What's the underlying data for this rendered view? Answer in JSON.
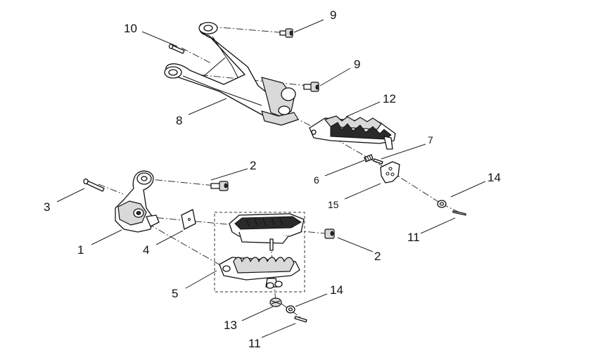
{
  "callouts": [
    {
      "id": "c9a",
      "text": "9"
    },
    {
      "id": "c10",
      "text": "10"
    },
    {
      "id": "c9b",
      "text": "9"
    },
    {
      "id": "c12",
      "text": "12"
    },
    {
      "id": "c8",
      "text": "8"
    },
    {
      "id": "c7",
      "text": "7"
    },
    {
      "id": "c6",
      "text": "6"
    },
    {
      "id": "c2a",
      "text": "2"
    },
    {
      "id": "c14a",
      "text": "14"
    },
    {
      "id": "c3",
      "text": "3"
    },
    {
      "id": "c15",
      "text": "15"
    },
    {
      "id": "c11a",
      "text": "11"
    },
    {
      "id": "c1",
      "text": "1"
    },
    {
      "id": "c4",
      "text": "4"
    },
    {
      "id": "c2b",
      "text": "2"
    },
    {
      "id": "c5",
      "text": "5"
    },
    {
      "id": "c14b",
      "text": "14"
    },
    {
      "id": "c13",
      "text": "13"
    },
    {
      "id": "c11b",
      "text": "11"
    }
  ],
  "icons": {
    "rear_hanger_bracket": "rear-footpeg-hanger-icon",
    "front_bracket": "front-footpeg-bracket-icon",
    "rider_footpeg": "rider-footpeg-icon",
    "passenger_footpeg": "passenger-footpeg-icon",
    "bolt": "hex-socket-bolt-icon",
    "pin": "pivot-pin-icon",
    "spring": "return-spring-icon",
    "washer": "washer-icon",
    "cotter_pin": "cotter-pin-icon",
    "plate": "plate-icon"
  },
  "colors": {
    "line": "#111111",
    "background": "#ffffff"
  }
}
